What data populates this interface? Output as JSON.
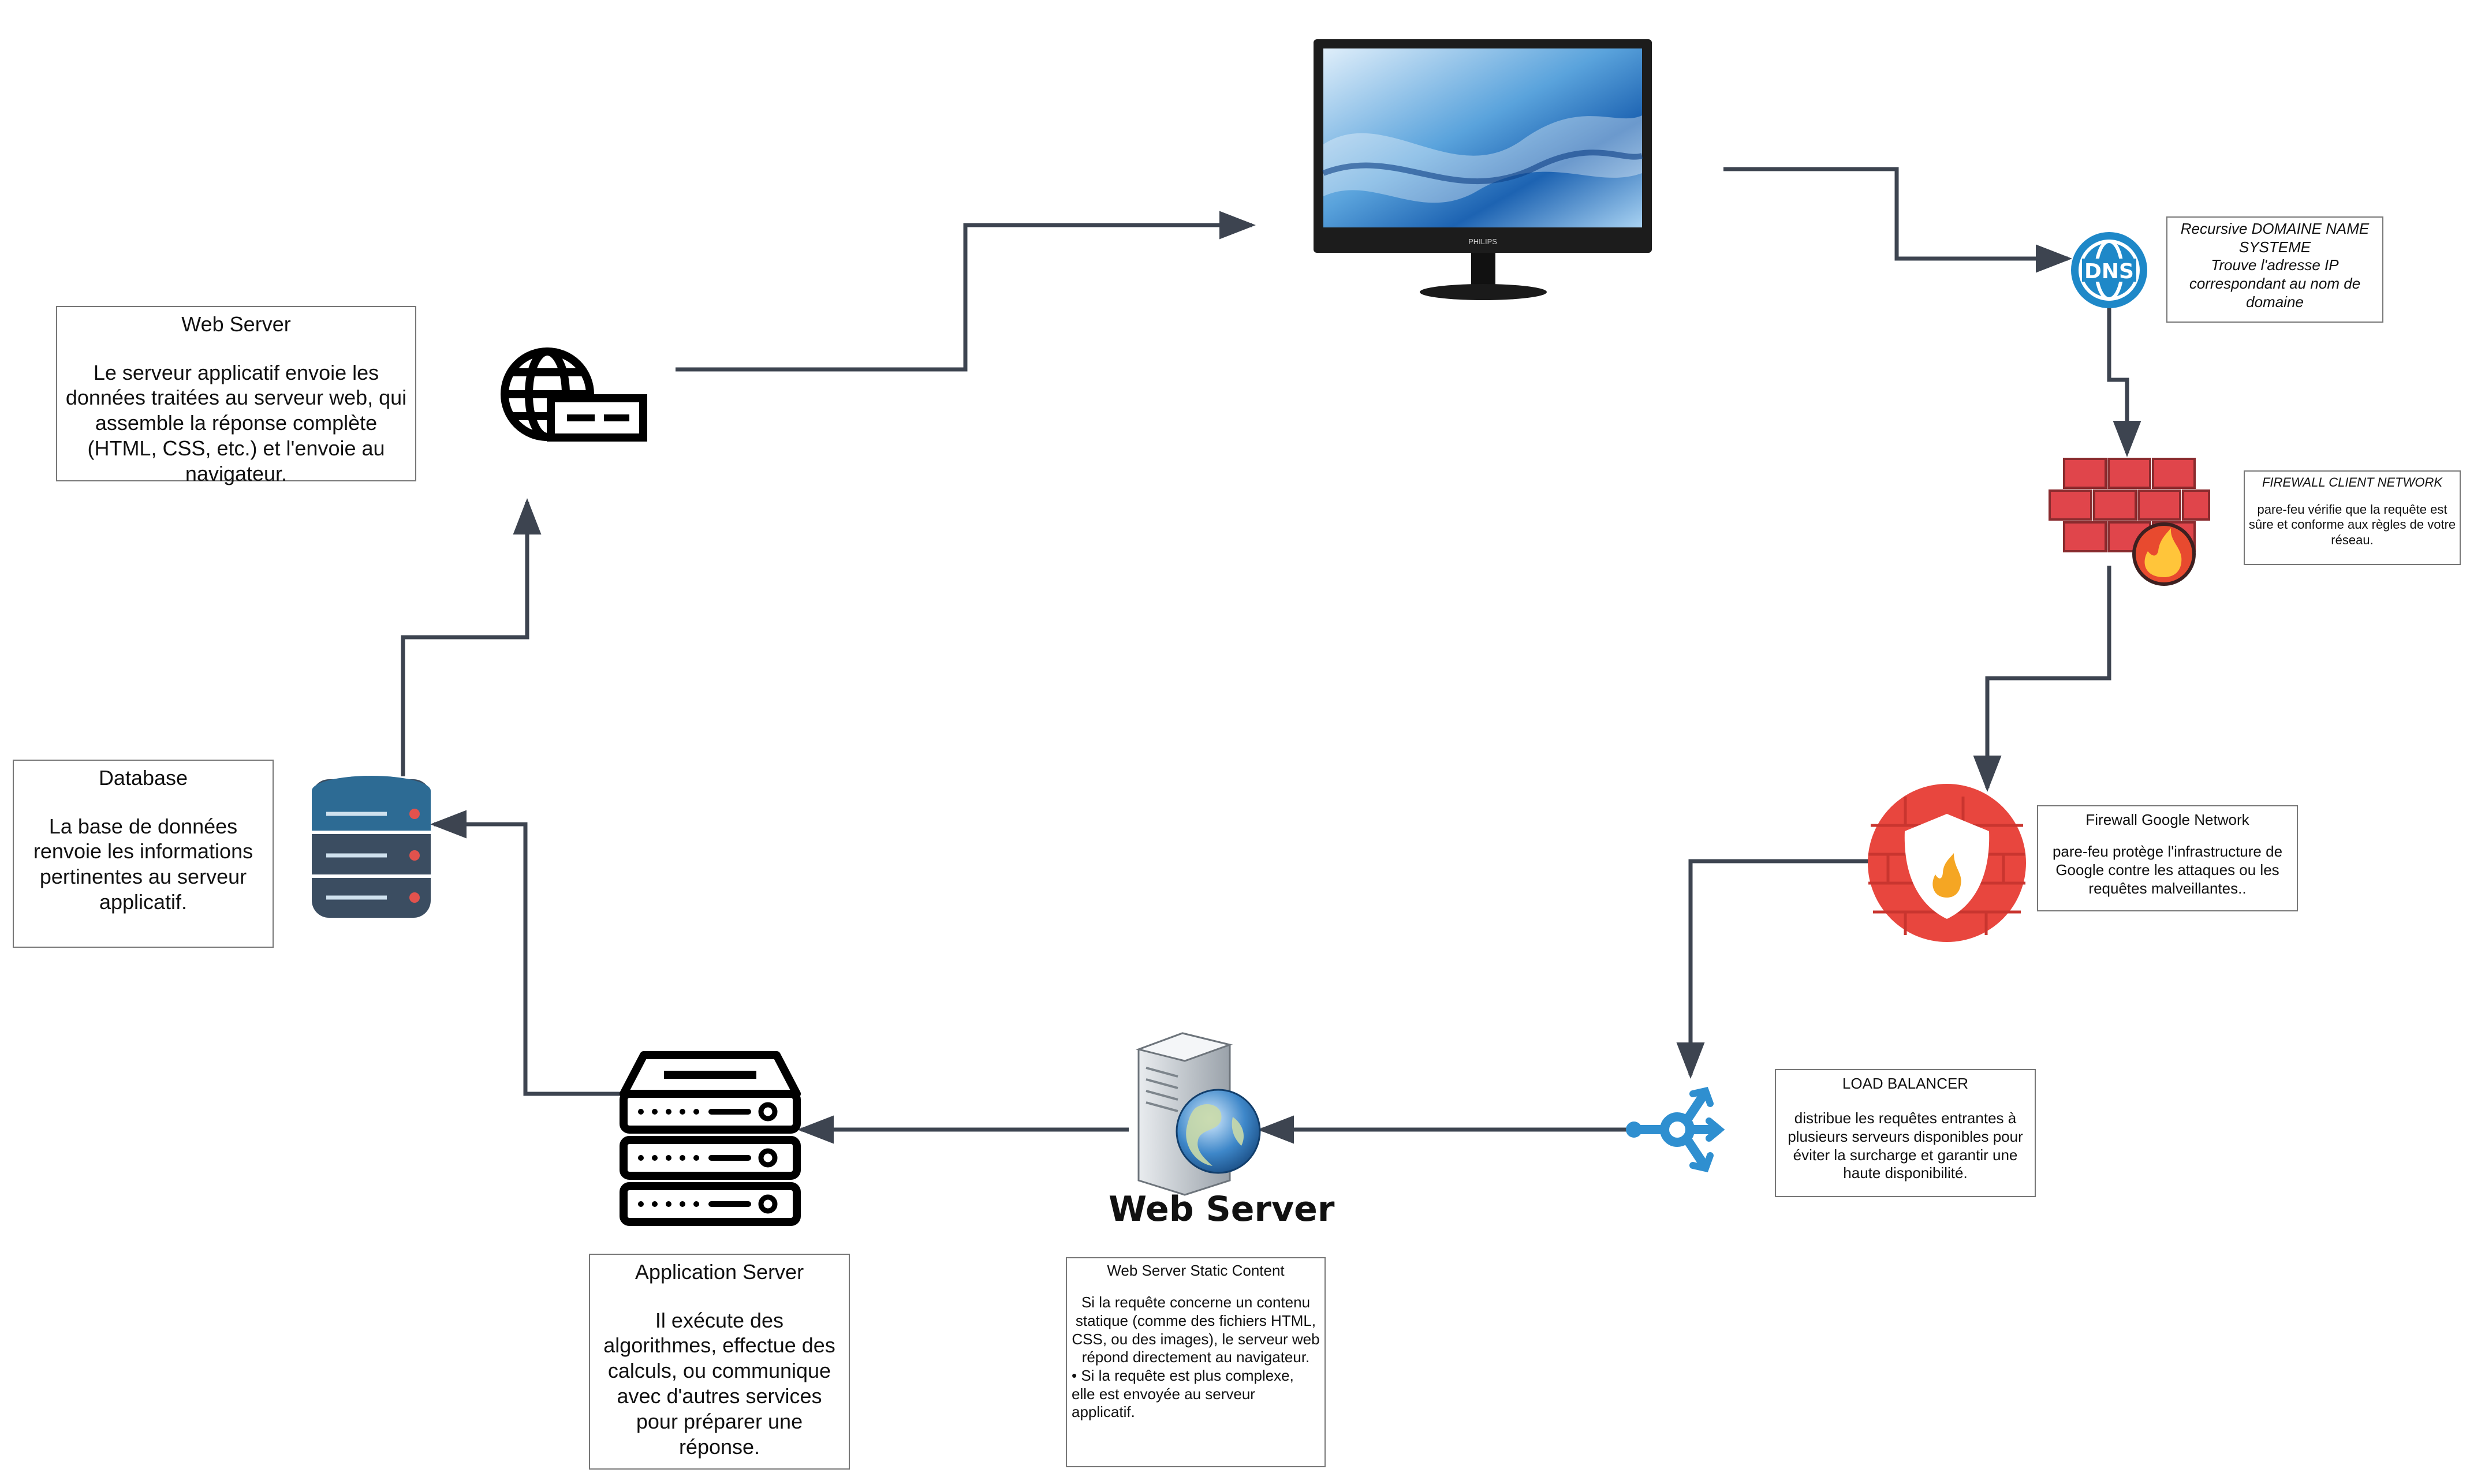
{
  "boxes": {
    "web_server_top": {
      "title": "Web Server",
      "body": "Le serveur applicatif envoie les données traitées au serveur web, qui assemble la réponse complète (HTML, CSS, etc.) et l'envoie au navigateur."
    },
    "database": {
      "title": "Database",
      "body": "La base de données renvoie les informations pertinentes au serveur applicatif."
    },
    "application_server": {
      "title": "Application Server",
      "body": "Il exécute des algorithmes, effectue des calculs, ou communique avec d'autres services pour préparer une réponse."
    },
    "web_server_static": {
      "title": "Web Server Static Content",
      "body": "Si la requête concerne un contenu statique (comme des fichiers HTML, CSS, ou des images), le serveur web répond directement au navigateur.",
      "bullet": "Si la requête est plus complexe, elle est envoyée au serveur applicatif."
    },
    "load_balancer": {
      "title": "LOAD BALANCER",
      "body": "distribue les requêtes entrantes à plusieurs serveurs disponibles pour éviter la surcharge et garantir une haute disponibilité."
    },
    "firewall_google": {
      "title": "Firewall Google Network",
      "body": "pare-feu protège l'infrastructure de Google contre les attaques ou les requêtes malveillantes.."
    },
    "firewall_client": {
      "title": "FIREWALL CLIENT NETWORK",
      "body": "pare-feu vérifie que la requête est sûre et conforme aux règles de votre réseau."
    },
    "dns": {
      "title": "Recursive DOMAINE NAME SYSTEME",
      "body": "Trouve l'adresse IP correspondant au nom de domaine"
    }
  },
  "labels": {
    "web_server_icon_caption": "Web Server",
    "monitor_brand": "PHILIPS",
    "dns_icon_text": "DNS"
  },
  "colors": {
    "arrow": "#3d4450",
    "dns_blue": "#1e88c8",
    "brick_red": "#e0454b",
    "google_red": "#e8463e",
    "lb_blue": "#2f8fd0",
    "db_blue": "#2d6b94",
    "db_dark": "#3b4d61"
  }
}
